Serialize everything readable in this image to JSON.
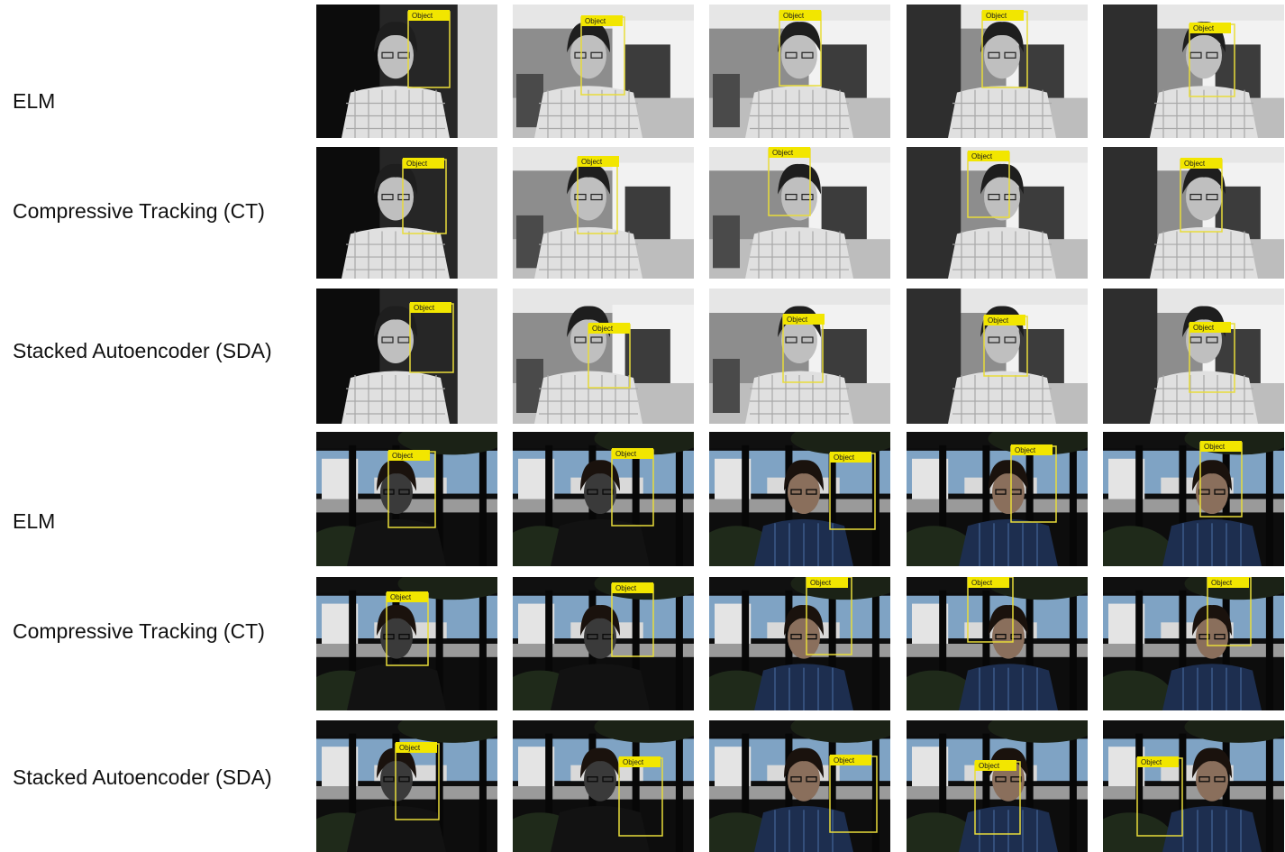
{
  "object_tag": "Object",
  "rows": [
    {
      "label": "ELM",
      "scene": "indoor"
    },
    {
      "label": "Compressive Tracking (CT)",
      "scene": "indoor"
    },
    {
      "label": "Stacked Autoencoder (SDA)",
      "scene": "indoor"
    },
    {
      "label": "ELM",
      "scene": "outdoor"
    },
    {
      "label": "Compressive Tracking (CT)",
      "scene": "outdoor"
    },
    {
      "label": "Stacked Autoencoder (SDA)",
      "scene": "outdoor"
    }
  ],
  "colors": {
    "background": "#ffffff",
    "label_text": "#111111",
    "box_yellow": "#f2e600",
    "box_outline": "#e8dc3a"
  }
}
